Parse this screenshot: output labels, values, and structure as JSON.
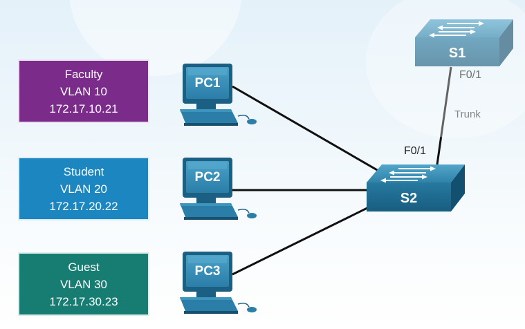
{
  "vlans": [
    {
      "name": "Faculty",
      "vlan": "VLAN 10",
      "ip": "172.17.10.21",
      "color": "#7b2b8a"
    },
    {
      "name": "Student",
      "vlan": "VLAN 20",
      "ip": "172.17.20.22",
      "color": "#1b86bf"
    },
    {
      "name": "Guest",
      "vlan": "VLAN 30",
      "ip": "172.17.30.23",
      "color": "#177d72"
    }
  ],
  "pcs": [
    "PC1",
    "PC2",
    "PC3"
  ],
  "switches": {
    "s1": "S1",
    "s2": "S2"
  },
  "ports": {
    "s1_port": "F0/1",
    "s2_port": "F0/1"
  },
  "link_label": "Trunk",
  "colors": {
    "switch_top": "#3a90b4",
    "switch_front": "#1f6d90",
    "pc_dark": "#1d6489",
    "pc_light": "#3d94bd",
    "link": "#111111"
  }
}
